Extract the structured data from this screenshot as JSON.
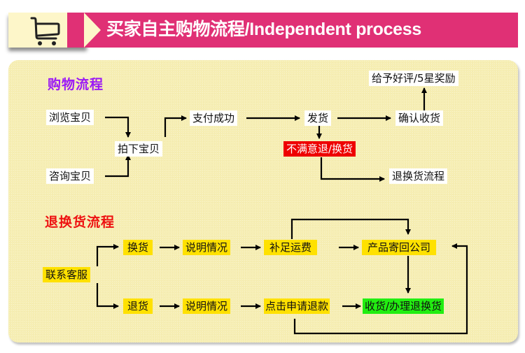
{
  "header": {
    "icon": "shopping-cart-icon",
    "title": "买家自主购物流程/Independent process",
    "colors": {
      "bar": "#e03075",
      "icon_bg": "#fdf6c9"
    }
  },
  "panel_color": "#f6eeb3",
  "shopping_flow": {
    "title": "购物流程",
    "title_color": "#9b19f5",
    "nodes": {
      "browse": "浏览宝贝",
      "consult": "咨询宝贝",
      "order": "拍下宝贝",
      "paid": "支付成功",
      "ship": "发货",
      "confirm": "确认收货",
      "review": "给予好评/5星奖励",
      "unsatisfied": "不满意退/换货",
      "return_flow": "退换货流程"
    }
  },
  "return_flow": {
    "title": "退换货流程",
    "title_color": "#ee1111",
    "nodes": {
      "contact": "联系客服",
      "exchange": "换货",
      "explain1": "说明情况",
      "pay_shipping": "补足运费",
      "send_back": "产品寄回公司",
      "refund": "退货",
      "explain2": "说明情况",
      "apply_refund": "点击申请退款",
      "receive": "收货/办理退换货"
    }
  }
}
